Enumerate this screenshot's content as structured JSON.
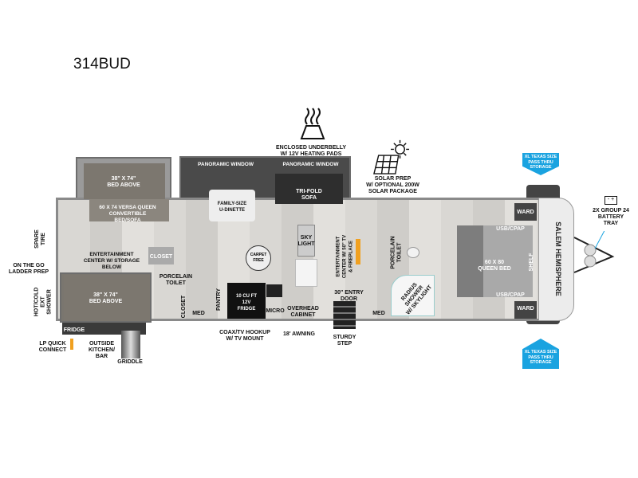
{
  "model": "314BUD",
  "features": {
    "underbelly": "ENCLOSED UNDERBELLY\nW/ 12V HEATING PADS",
    "solar": "SOLAR PREP\nW/ OPTIONAL 200W\nSOLAR PACKAGE",
    "storage_top": "XL TEXAS SIZE\nPASS THRU\nSTORAGE",
    "storage_bottom": "XL TEXAS SIZE\nPASS THRU\nSTORAGE",
    "battery": "2X GROUP 24\nBATTERY\nTRAY",
    "spare_tire": "SPARE\nTIRE",
    "ladder": "ON THE GO\nLADDER PREP",
    "ext_shower": "HOT/COLD\nEXT SHOWER",
    "fridge_out": "FRIDGE",
    "lp": "LP QUICK\nCONNECT",
    "outside_kitchen": "OUTSIDE\nKITCHEN/\nBAR",
    "griddle": "GRIDDLE",
    "coax": "COAX/TV HOOKUP\nW/ TV MOUNT",
    "awning": "18' AWNING",
    "step": "STURDY\nSTEP",
    "entry_door": "30\" ENTRY\nDOOR"
  },
  "rooms": {
    "bed_above_top": "38\" X 74\"\nBED ABOVE",
    "versa": "60 X 74 VERSA QUEEN\nCONVERTIBLE\nBED/SOFA",
    "ent_storage": "ENTERTAINMENT\nCENTER W/ STORAGE\nBELOW",
    "closet1": "CLOSET",
    "toilet1": "PORCELAIN\nTOILET",
    "bed_above_bottom": "38\" X 74\"\nBED ABOVE",
    "closet2": "CLOSET",
    "med1": "MED",
    "pantry": "PANTRY",
    "fridge": "10 CU FT\n12V\nFRIDGE",
    "micro": "MICRO",
    "overhead": "OVERHEAD\nCABINET",
    "skylight": "SKY\nLIGHT",
    "carpet_free": "CARPET FREE",
    "panoramic1": "PANORAMIC WINDOW",
    "panoramic2": "PANORAMIC WINDOW",
    "dinette": "FAMILY-SIZE\nU-DINETTE",
    "sofa": "TRI-FOLD\nSOFA",
    "ent_tv": "ENTERTAINMENT\nCENTER W/ 50\" TV\n& FIREPLACE",
    "toilet2": "PORCELAIN\nTOILET",
    "shower": "RADIUS\nSHOWER\nW/ SKYLIGHT",
    "med2": "MED",
    "ward1": "WARD",
    "ward2": "WARD",
    "usb1": "USB/CPAP",
    "usb2": "USB/CPAP",
    "queen": "60 X 80\nQUEEN BED",
    "shelf": "SHELF"
  },
  "logo": "SALEM HEMISPHERE",
  "colors": {
    "accent": "#1aa3e0",
    "fireplace": "#f0a020"
  }
}
